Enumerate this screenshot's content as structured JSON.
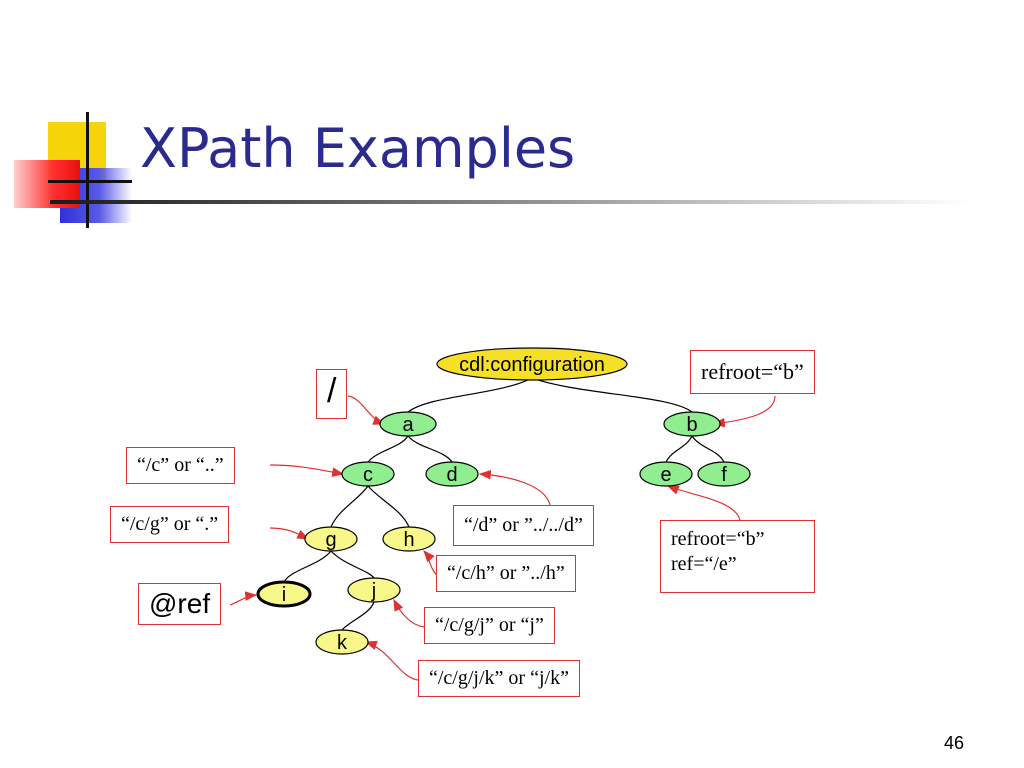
{
  "slide": {
    "title": "XPath Examples",
    "page_number": "46"
  },
  "tree": {
    "root": "cdl:configuration",
    "nodes": {
      "a": "a",
      "b": "b",
      "c": "c",
      "d": "d",
      "e": "e",
      "f": "f",
      "g": "g",
      "h": "h",
      "i": "i",
      "j": "j",
      "k": "k"
    }
  },
  "annotations": {
    "root_slash": "/",
    "refroot_b": "refroot=“b”",
    "c_path": "“/c” or “..”",
    "d_path": "“/d” or ”../../d”",
    "e_ref": "refroot=“b”\nref=“/e”",
    "g_path": "“/c/g” or “.”",
    "h_path": "“/c/h” or ”../h”",
    "i_ref": "@ref",
    "j_path": "“/c/g/j” or “j”",
    "k_path": "“/c/g/j/k” or “j/k”"
  },
  "colors": {
    "title": "#2b2b8f",
    "root_fill": "#f5e027",
    "green_node": "#90ee90",
    "yellow_node": "#f8f88a",
    "annotation_border": "#e03030",
    "arrow": "#e03030"
  }
}
